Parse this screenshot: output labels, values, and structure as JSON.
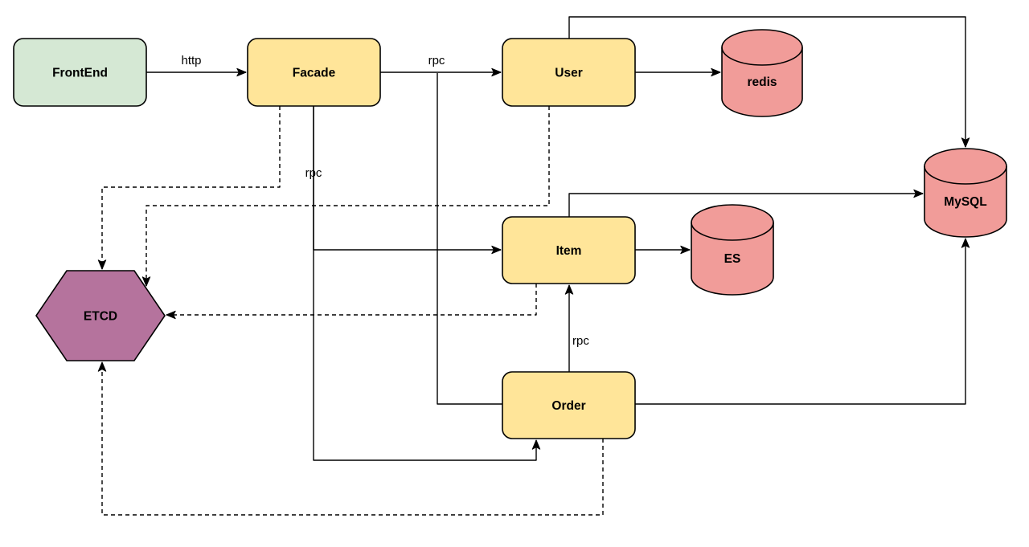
{
  "diagram": {
    "background_color": "#ffffff",
    "stroke_color": "#000000",
    "palette": {
      "frontend_fill": "#d5e8d4",
      "service_fill": "#ffe599",
      "database_fill": "#f19c99",
      "registry_fill": "#b5739d"
    },
    "nodes": [
      {
        "id": "frontend",
        "label": "FrontEnd",
        "shape": "rounded-rect",
        "fill": "#d5e8d4"
      },
      {
        "id": "facade",
        "label": "Facade",
        "shape": "rounded-rect",
        "fill": "#ffe599"
      },
      {
        "id": "user",
        "label": "User",
        "shape": "rounded-rect",
        "fill": "#ffe599"
      },
      {
        "id": "item",
        "label": "Item",
        "shape": "rounded-rect",
        "fill": "#ffe599"
      },
      {
        "id": "order",
        "label": "Order",
        "shape": "rounded-rect",
        "fill": "#ffe599"
      },
      {
        "id": "redis",
        "label": "redis",
        "shape": "cylinder",
        "fill": "#f19c99"
      },
      {
        "id": "es",
        "label": "ES",
        "shape": "cylinder",
        "fill": "#f19c99"
      },
      {
        "id": "mysql",
        "label": "MySQL",
        "shape": "cylinder",
        "fill": "#f19c99"
      },
      {
        "id": "etcd",
        "label": "ETCD",
        "shape": "hexagon",
        "fill": "#b5739d"
      }
    ],
    "edges": [
      {
        "id": "frontend-facade",
        "from": "frontend",
        "to": "facade",
        "style": "solid",
        "label": "http"
      },
      {
        "id": "facade-user",
        "from": "facade",
        "to": "user",
        "style": "solid",
        "label": "rpc"
      },
      {
        "id": "facade-item",
        "from": "facade",
        "to": "item",
        "style": "solid",
        "label": "rpc"
      },
      {
        "id": "facade-order",
        "from": "facade",
        "to": "order",
        "style": "solid"
      },
      {
        "id": "order-user",
        "from": "order",
        "to": "user",
        "style": "solid"
      },
      {
        "id": "order-item",
        "from": "order",
        "to": "item",
        "style": "solid",
        "label": "rpc"
      },
      {
        "id": "user-redis",
        "from": "user",
        "to": "redis",
        "style": "solid"
      },
      {
        "id": "item-es",
        "from": "item",
        "to": "es",
        "style": "solid"
      },
      {
        "id": "user-mysql",
        "from": "user",
        "to": "mysql",
        "style": "solid"
      },
      {
        "id": "item-mysql",
        "from": "item",
        "to": "mysql",
        "style": "solid"
      },
      {
        "id": "order-mysql",
        "from": "order",
        "to": "mysql",
        "style": "solid"
      },
      {
        "id": "facade-etcd",
        "from": "facade",
        "to": "etcd",
        "style": "dashed"
      },
      {
        "id": "user-etcd",
        "from": "user",
        "to": "etcd",
        "style": "dashed"
      },
      {
        "id": "item-etcd",
        "from": "item",
        "to": "etcd",
        "style": "dashed"
      },
      {
        "id": "order-etcd",
        "from": "order",
        "to": "etcd",
        "style": "dashed"
      }
    ]
  }
}
